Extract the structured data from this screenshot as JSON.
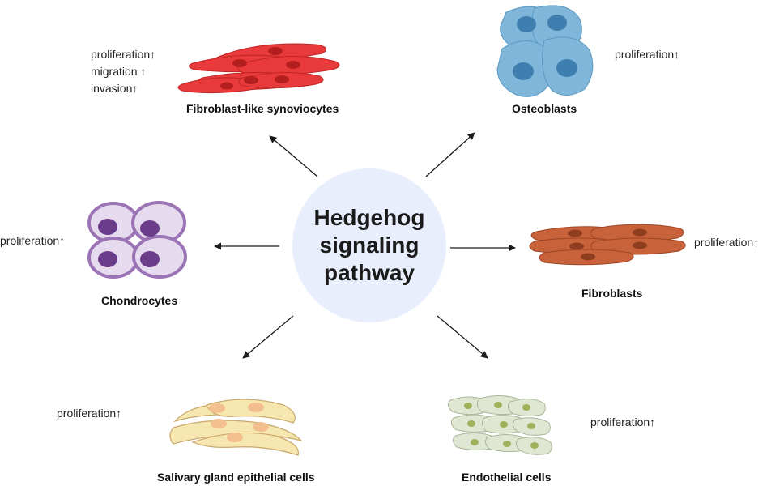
{
  "center": {
    "title": "Hedgehog\nsignaling\npathway",
    "fill": "#e8eefc"
  },
  "cells": {
    "fls": {
      "name": "Fibroblast-like synoviocytes",
      "effects": [
        "proliferation↑",
        "migration ↑",
        "invasion↑"
      ],
      "color": "#e83a3a"
    },
    "osteoblasts": {
      "name": "Osteoblasts",
      "effects": [
        "proliferation↑"
      ],
      "color": "#7fb6d9"
    },
    "chondrocytes": {
      "name": "Chondrocytes",
      "effects": [
        "proliferation↑"
      ],
      "color": "#9a74b4"
    },
    "fibroblasts": {
      "name": "Fibroblasts",
      "effects": [
        "proliferation↑"
      ],
      "color": "#c8623a"
    },
    "salivary": {
      "name": "Salivary gland epithelial cells",
      "effects": [
        "proliferation↑"
      ],
      "color": "#f6e6b0"
    },
    "endothelial": {
      "name": "Endothelial cells",
      "effects": [
        "proliferation↑"
      ],
      "color": "#dfe6d2"
    }
  },
  "arrow_color": "#1a1a1a"
}
